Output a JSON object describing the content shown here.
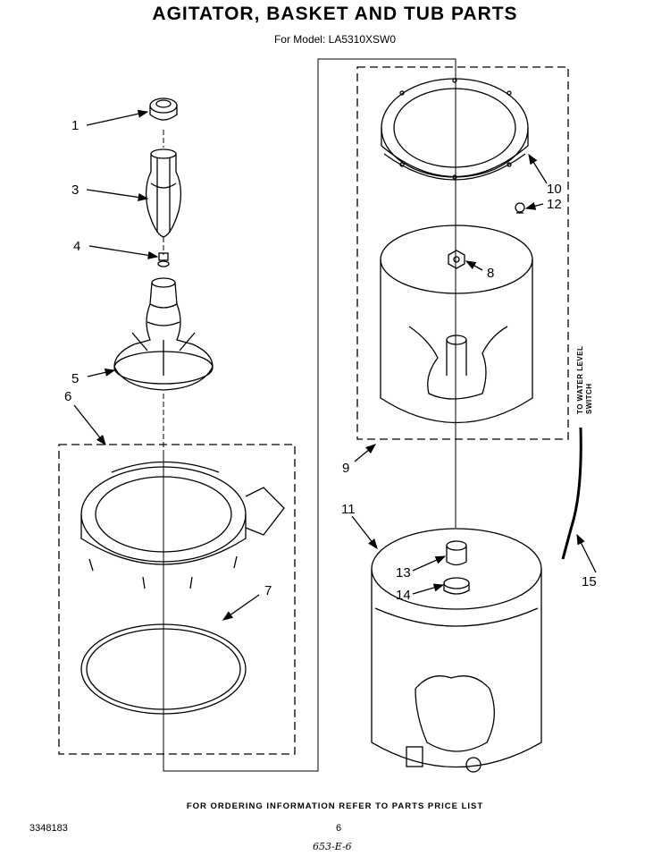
{
  "title": "AGITATOR, BASKET AND TUB PARTS",
  "subtitle": "For Model: LA5310XSW0",
  "footer_note": "FOR ORDERING INFORMATION REFER TO PARTS PRICE LIST",
  "doc_number": "3348183",
  "page_number": "6",
  "handwritten_note": "653-E-6",
  "side_label_line1": "TO WATER LEVEL",
  "side_label_line2": "SWITCH",
  "callouts": {
    "c1": "1",
    "c3": "3",
    "c4": "4",
    "c5": "5",
    "c6": "6",
    "c7": "7",
    "c8": "8",
    "c9": "9",
    "c10": "10",
    "c11": "11",
    "c12": "12",
    "c13": "13",
    "c14": "14",
    "c15": "15"
  }
}
